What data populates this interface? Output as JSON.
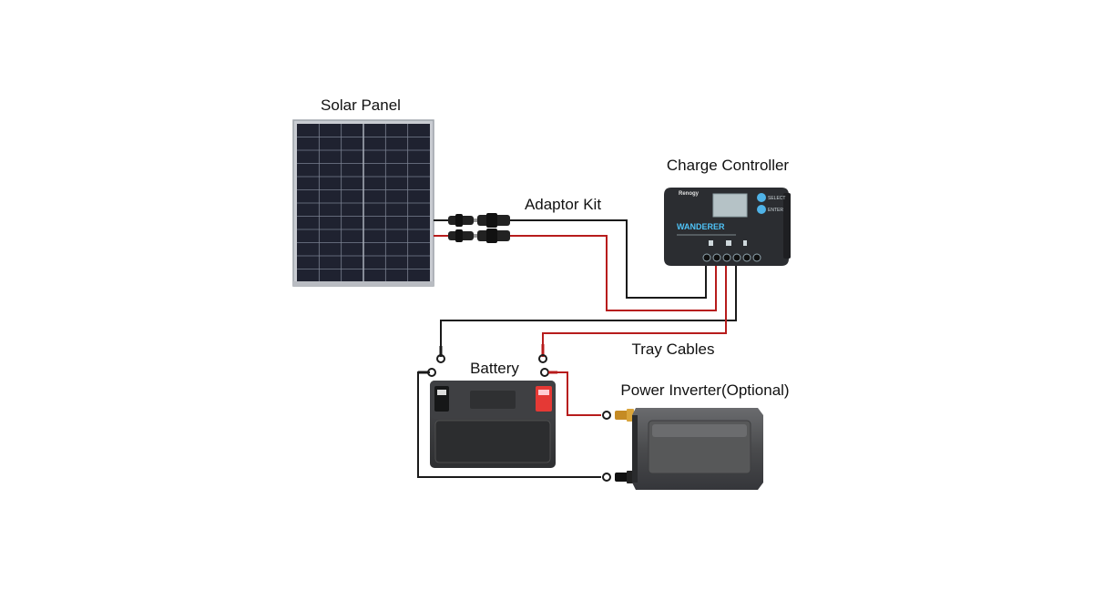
{
  "labels": {
    "solar_panel": "Solar Panel",
    "charge_controller": "Charge Controller",
    "adaptor_kit": "Adaptor Kit",
    "tray_cables": "Tray Cables",
    "battery": "Battery",
    "power_inverter": "Power Inverter(Optional)"
  },
  "controller": {
    "model": "WANDERER"
  },
  "colors": {
    "positive_wire": "#b71c1c",
    "negative_wire": "#1a1a1a",
    "panel_cell": "#1f2230",
    "panel_frame": "#c9ccd2",
    "controller_body": "#2b2d31",
    "controller_screen": "#b5c2c6",
    "controller_button": "#4fb3e8",
    "battery_body": "#3a3b3d",
    "battery_positive": "#e53935",
    "inverter_body": "#4a4b4d"
  }
}
